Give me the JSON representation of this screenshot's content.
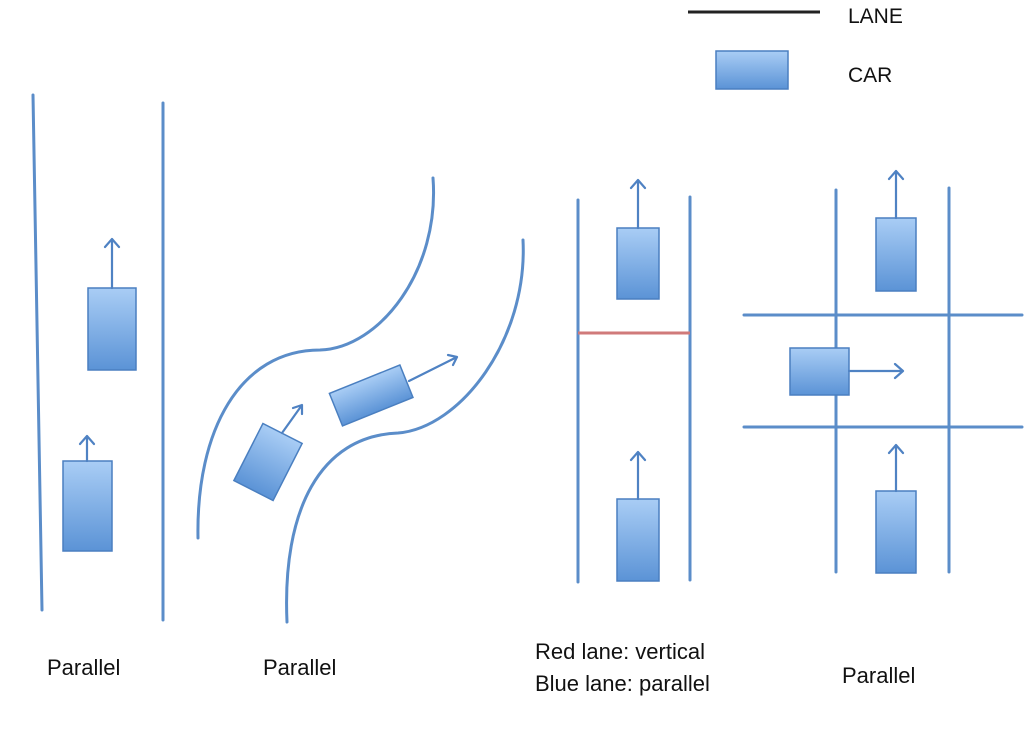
{
  "legend": {
    "lane_label": "LANE",
    "car_label": "CAR"
  },
  "panels": [
    {
      "caption_lines": [
        "Parallel"
      ]
    },
    {
      "caption_lines": [
        "Parallel"
      ]
    },
    {
      "caption_lines": [
        "Red lane: vertical",
        "Blue lane: parallel"
      ]
    },
    {
      "caption_lines": [
        "Parallel"
      ]
    }
  ],
  "colors": {
    "lane": "#5b8dc9",
    "red_lane": "#d07a7a",
    "car_light": "#a9cdf5",
    "car_dark": "#5b93d6",
    "legend_line": "#222222"
  }
}
